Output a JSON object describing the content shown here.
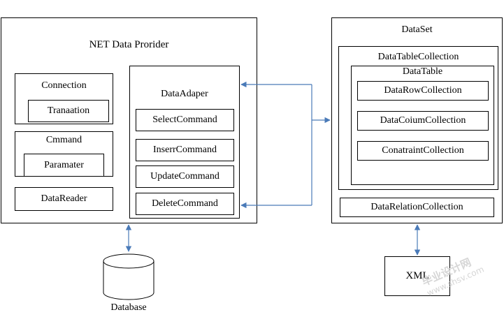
{
  "provider": {
    "title": "NET Data Prorider",
    "connection": {
      "label": "Connection",
      "inner": "Tranaation"
    },
    "command": {
      "label": "Cmmand",
      "inner": "Paramater"
    },
    "data_reader": "DataReader",
    "adapter": {
      "label": "DataAdaper",
      "commands": [
        "SelectCommand",
        "InserrCommand",
        "UpdateCommand",
        "DeleteCommand"
      ]
    }
  },
  "dataset": {
    "title": "DataSet",
    "table_collection": "DataTableCollection",
    "data_table": {
      "label": "DataTable",
      "items": [
        "DataRowCollection",
        "DataCoiumCollection",
        "ConatraintCollection"
      ]
    },
    "relation_collection": "DataRelationCollection"
  },
  "database": {
    "label": "Database"
  },
  "xml": {
    "label": "XML"
  },
  "colors": {
    "arrow": "#4a7ab8",
    "line": "#000000"
  },
  "watermark": {
    "text": "毕业设计网",
    "url": "www.shsv.com"
  }
}
